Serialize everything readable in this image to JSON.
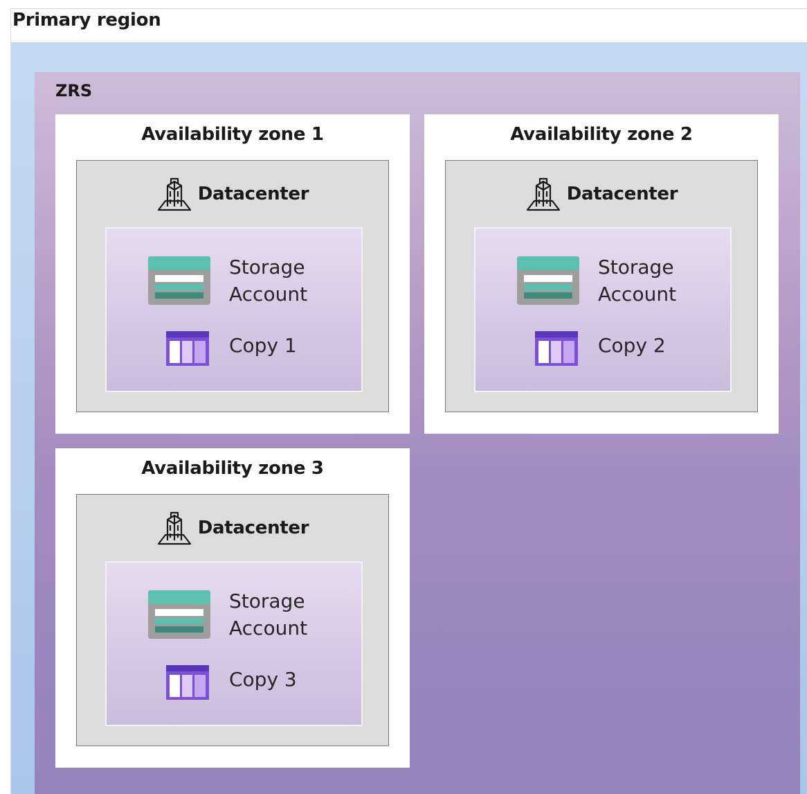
{
  "region": {
    "title": "Primary region"
  },
  "zrs": {
    "label": "ZRS"
  },
  "zones": [
    {
      "title": "Availability zone 1",
      "datacenter": "Datacenter",
      "storage_line1": "Storage",
      "storage_line2": "Account",
      "copy": "Copy 1"
    },
    {
      "title": "Availability zone 2",
      "datacenter": "Datacenter",
      "storage_line1": "Storage",
      "storage_line2": "Account",
      "copy": "Copy 2"
    },
    {
      "title": "Availability zone 3",
      "datacenter": "Datacenter",
      "storage_line1": "Storage",
      "storage_line2": "Account",
      "copy": "Copy 3"
    }
  ],
  "icons": {
    "datacenter": "datacenter-icon",
    "storage_account": "storage-account-icon",
    "table_copy": "table-icon"
  },
  "colors": {
    "region_fill": "#c4d8f3",
    "zrs_fill": "#9a86bc",
    "datacenter_fill": "#dcdcdc",
    "storage_teal": "#5dbfad",
    "storage_dark_teal": "#3f8a7c",
    "table_purple": "#7b4fd6",
    "table_light": "#c6a8f2"
  }
}
